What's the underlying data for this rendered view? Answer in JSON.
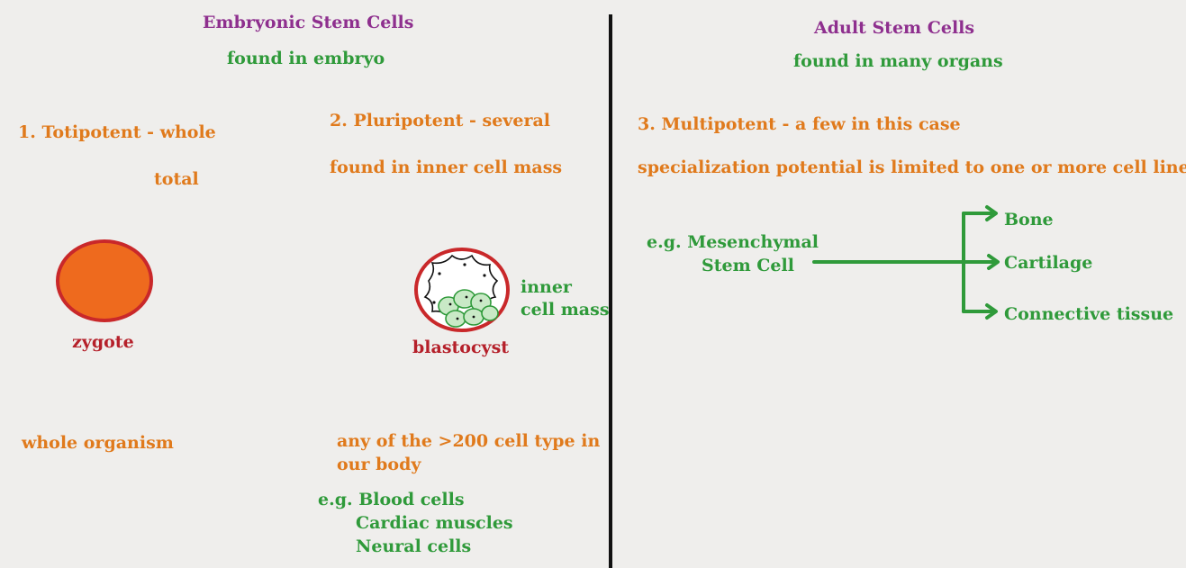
{
  "left": {
    "title": "Embryonic Stem Cells",
    "subtitle": "found in embryo",
    "totipotent": {
      "heading": "1. Totipotent - whole",
      "note": "total",
      "cell_label": "zygote",
      "result": "whole organism"
    },
    "pluripotent": {
      "heading": "2. Pluripotent - several",
      "note": "found in inner cell mass",
      "cell_label": "blastocyst",
      "inner_label_line1": "inner",
      "inner_label_line2": "cell mass",
      "result_line1": "any of the >200 cell type in",
      "result_line2": "our body",
      "examples": [
        "e.g. Blood cells",
        "Cardiac muscles",
        "Neural cells"
      ]
    }
  },
  "right": {
    "title": "Adult Stem Cells",
    "subtitle": "found in many organs",
    "multipotent": {
      "heading": "3. Multipotent - a few in this case",
      "note": "specialization potential is limited to one or more cell lines",
      "source_line1": "e.g. Mesenchymal",
      "source_line2": "Stem Cell",
      "targets": [
        "Bone",
        "Cartilage",
        "Connective tissue"
      ]
    }
  },
  "colors": {
    "heading_purple": "#8e2f8e",
    "green": "#2f9a3a",
    "orange": "#e07a1c",
    "red": "#b5202a",
    "zygote_fill": "#ee6a1e",
    "divider": "#111111"
  }
}
